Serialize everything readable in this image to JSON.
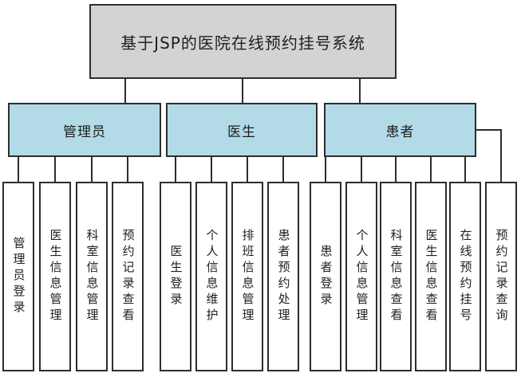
{
  "diagram": {
    "root_label": "基于JSP的医院在线预约挂号系统",
    "branches": [
      {
        "label": "管理员",
        "children": [
          "管理员登录",
          "医生信息管理",
          "科室信息管理",
          "预约记录查看"
        ]
      },
      {
        "label": "医生",
        "children": [
          "医生登录",
          "个人信息维护",
          "排班信息管理",
          "患者预约处理"
        ]
      },
      {
        "label": "患者",
        "children": [
          "患者登录",
          "个人信息管理",
          "科室信息查看",
          "医生信息查看",
          "在线预约挂号",
          "预约记录查询"
        ]
      }
    ],
    "colors": {
      "root_fill": "#d3d3d3",
      "branch_fill": "#b2dbe7",
      "leaf_fill": "#ffffff",
      "border": "#2d2d2d"
    }
  }
}
